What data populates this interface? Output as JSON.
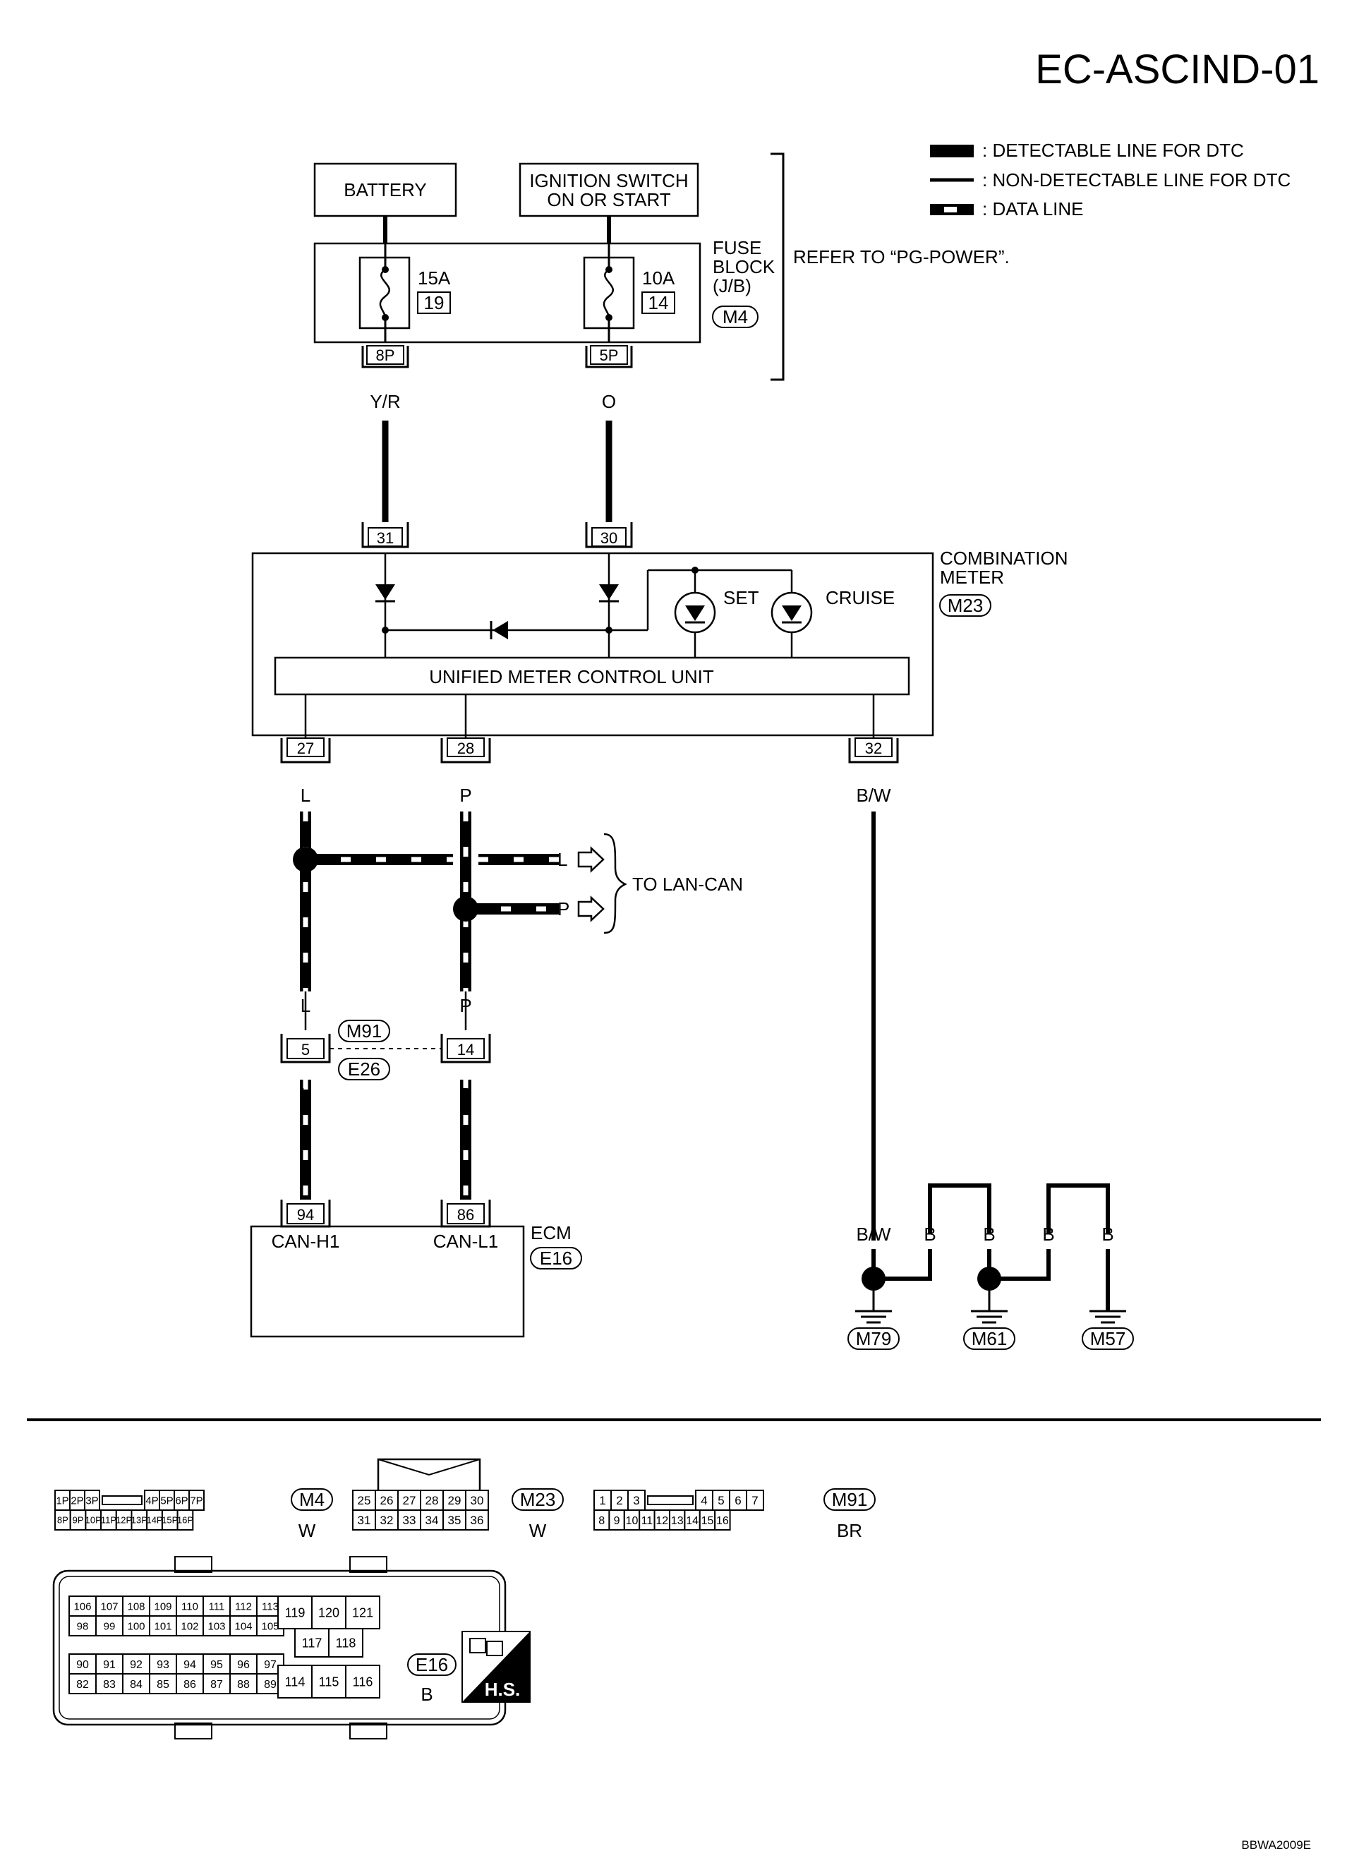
{
  "diagram_id": "EC-ASCIND-01",
  "legend": {
    "detectable": ": DETECTABLE LINE FOR DTC",
    "non_detectable": ": NON-DETECTABLE LINE FOR DTC",
    "data_line": ": DATA LINE"
  },
  "sources": {
    "battery": "BATTERY",
    "ignition_line1": "IGNITION SWITCH",
    "ignition_line2": "ON OR START"
  },
  "fuse_block": {
    "label_line1": "FUSE",
    "label_line2": "BLOCK",
    "label_line3": "(J/B)",
    "connector": "M4",
    "refer": "REFER TO “PG-POWER”.",
    "fuse1_amp": "15A",
    "fuse1_no": "19",
    "fuse2_amp": "10A",
    "fuse2_no": "14",
    "term1": "8P",
    "term2": "5P"
  },
  "wires": {
    "yr": "Y/R",
    "o": "O",
    "l": "L",
    "p": "P",
    "bw": "B/W",
    "b": "B"
  },
  "combination_meter": {
    "label_line1": "COMBINATION",
    "label_line2": "METER",
    "connector": "M23",
    "pin_in1": "31",
    "pin_in2": "30",
    "set": "SET",
    "cruise": "CRUISE",
    "unit": "UNIFIED METER CONTROL UNIT",
    "pin_out1": "27",
    "pin_out2": "28",
    "pin_out3": "32"
  },
  "to_lan_can": "TO LAN-CAN",
  "joint": {
    "connector_top": "M91",
    "connector_bottom": "E26",
    "pin1": "5",
    "pin2": "14"
  },
  "ecm": {
    "label": "ECM",
    "connector": "E16",
    "pin1": "94",
    "pin2": "86",
    "can_h": "CAN-H1",
    "can_l": "CAN-L1"
  },
  "grounds": [
    "M79",
    "M61",
    "M57"
  ],
  "connectors_bottom": {
    "m4": {
      "id": "M4",
      "color": "W",
      "row1": [
        "1P",
        "2P",
        "3P",
        "",
        "4P",
        "5P",
        "6P",
        "7P"
      ],
      "row2": [
        "8P",
        "9P",
        "10P",
        "11P",
        "12P",
        "13P",
        "14P",
        "15P",
        "16P"
      ]
    },
    "m23": {
      "id": "M23",
      "color": "W",
      "row1": [
        "25",
        "26",
        "27",
        "28",
        "29",
        "30"
      ],
      "row2": [
        "31",
        "32",
        "33",
        "34",
        "35",
        "36"
      ]
    },
    "m91": {
      "id": "M91",
      "color": "BR",
      "row1": [
        "1",
        "2",
        "3",
        "",
        "4",
        "5",
        "6",
        "7"
      ],
      "row2": [
        "8",
        "9",
        "10",
        "11",
        "12",
        "13",
        "14",
        "15",
        "16"
      ]
    },
    "e16": {
      "id": "E16",
      "color": "B",
      "grid_a_row1": [
        "106",
        "107",
        "108",
        "109",
        "110",
        "111",
        "112",
        "113"
      ],
      "grid_a_row2": [
        "98",
        "99",
        "100",
        "101",
        "102",
        "103",
        "104",
        "105"
      ],
      "grid_b_row1": [
        "90",
        "91",
        "92",
        "93",
        "94",
        "95",
        "96",
        "97"
      ],
      "grid_b_row2": [
        "82",
        "83",
        "84",
        "85",
        "86",
        "87",
        "88",
        "89"
      ],
      "grid_c_row1": [
        "119",
        "120",
        "121"
      ],
      "grid_c_row2": [
        "117",
        "118"
      ],
      "grid_c_row3": [
        "114",
        "115",
        "116"
      ]
    }
  },
  "hs_badge": "H.S.",
  "figure_code": "BBWA2009E"
}
